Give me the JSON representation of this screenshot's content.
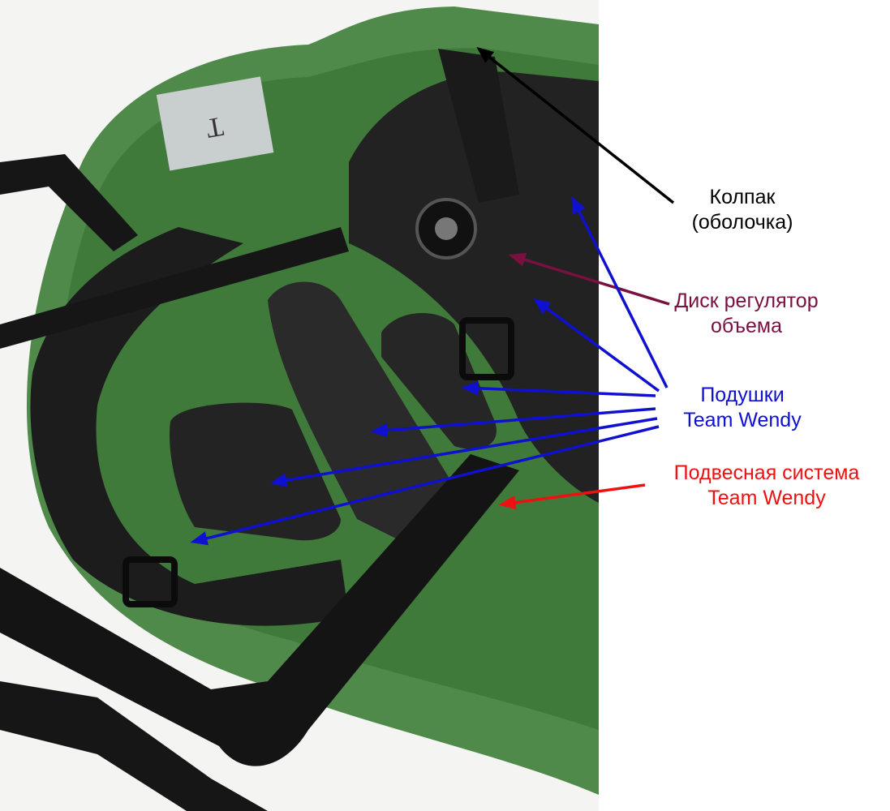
{
  "photo": {
    "subject": "helmet",
    "tag_text": "T"
  },
  "labels": {
    "shell": {
      "line1": "Колпак",
      "line2": "(оболочка)",
      "color": "#000000"
    },
    "dial": {
      "line1": "Диск регулятор",
      "line2": "объема",
      "color": "#7a1040"
    },
    "pads": {
      "line1": "Подушки",
      "line2": "Team Wendy",
      "color": "#1010d0"
    },
    "suspension": {
      "line1": "Подвесная система",
      "line2": "Team Wendy",
      "color": "#ee1111"
    }
  }
}
